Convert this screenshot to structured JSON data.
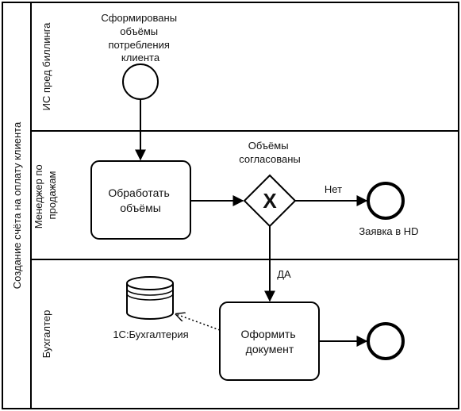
{
  "pool": {
    "title": "Создание счёта на оплату клиента"
  },
  "lanes": [
    {
      "id": "is",
      "label": "ИС пред биллинга"
    },
    {
      "id": "manager",
      "label_lines": [
        "Менеджер по",
        "продажам"
      ]
    },
    {
      "id": "accountant",
      "label": "Бухгалтер"
    }
  ],
  "start_event": {
    "label_lines": [
      "Сформированы",
      "объёмы",
      "потребления",
      "клиента"
    ]
  },
  "task_process": {
    "label_lines": [
      "Обработать",
      "объёмы"
    ]
  },
  "gateway": {
    "label_lines": [
      "Объёмы",
      "согласованы"
    ],
    "symbol": "X"
  },
  "end_event_hd": {
    "label": "Заявка в HD"
  },
  "flow_no": {
    "label": "Нет"
  },
  "flow_yes": {
    "label": "ДА"
  },
  "task_document": {
    "label_lines": [
      "Оформить",
      "документ"
    ]
  },
  "data_store": {
    "label": "1С:Бухгалтерия"
  },
  "end_event_final": {}
}
